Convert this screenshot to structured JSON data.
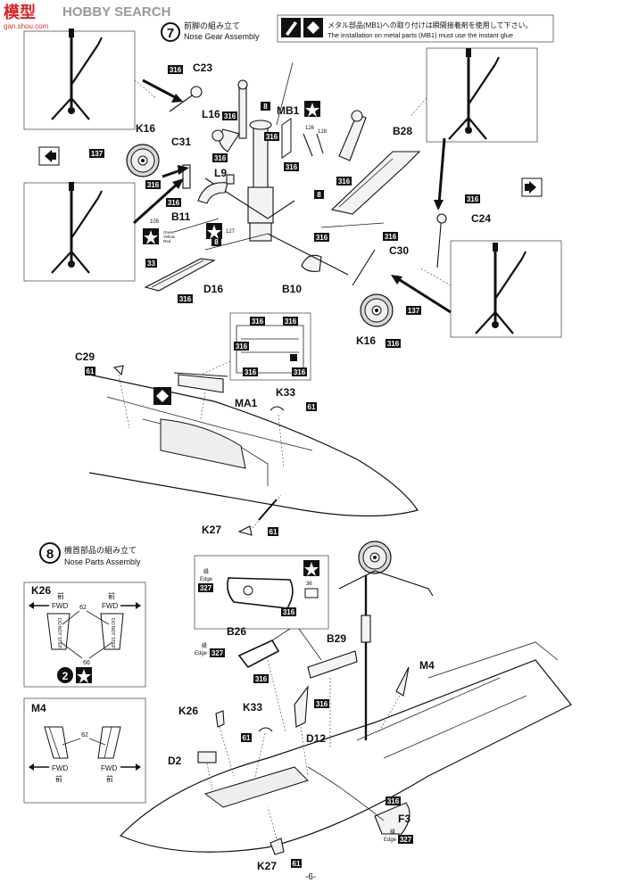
{
  "watermark": {
    "site_cn": "模型",
    "site_en": "HOBBY SEARCH",
    "url": "gan.shou.com"
  },
  "step7": {
    "number": "7",
    "title_jp": "前脚の組み立て",
    "title_en": "Nose Gear Assembly",
    "note_jp": "メタル部品(MB1)への取り付けは瞬間接着剤を使用して下さい。",
    "note_en": "The installation on metal parts (MB1) must use the instant glue",
    "labels": [
      "C23",
      "L16",
      "MB1",
      "K16",
      "C31",
      "L9",
      "B28",
      "B11",
      "C24",
      "C30",
      "D16",
      "B10",
      "K16"
    ],
    "paint_codes": [
      "316",
      "316",
      "316",
      "8",
      "316",
      "137",
      "316",
      "316",
      "316",
      "8",
      "316",
      "8",
      "316",
      "33",
      "316",
      "316",
      "137",
      "316"
    ],
    "small_codes": [
      "126",
      "128",
      "105",
      "127"
    ],
    "decal_text": [
      "Green",
      "Yellow",
      "Red"
    ]
  },
  "inset": {
    "codes": [
      "316",
      "316",
      "316",
      "316",
      "316"
    ]
  },
  "fuselage1": {
    "labels": [
      "C29",
      "MA1",
      "K33",
      "K27"
    ],
    "codes": [
      "61",
      "61",
      "61"
    ]
  },
  "step8": {
    "number": "8",
    "title_jp": "機首部品の組み立て",
    "title_en": "Nose Parts Assembly",
    "k26_box": {
      "label": "K26",
      "fwd_jp": "前",
      "fwd_en": "FWD",
      "codes": [
        "62",
        "66"
      ],
      "part_text": [
        "DO NOT STEP",
        "DO NOT STEP"
      ]
    },
    "m4_box": {
      "label": "M4",
      "fwd_jp": "前",
      "fwd_en": "FWD",
      "codes": [
        "62"
      ]
    },
    "canopy": {
      "edge_jp": "縁",
      "edge_en": "Edge",
      "codes": [
        "327",
        "316",
        "36"
      ]
    },
    "labels": [
      "B26",
      "B29",
      "M4",
      "K26",
      "K33",
      "D12",
      "D2",
      "F3",
      "K27"
    ],
    "codes": [
      "327",
      "316",
      "61",
      "316",
      "316",
      "327",
      "61"
    ],
    "edge_jp": "縁",
    "edge_en": "Edge"
  },
  "page_number": "-6-"
}
